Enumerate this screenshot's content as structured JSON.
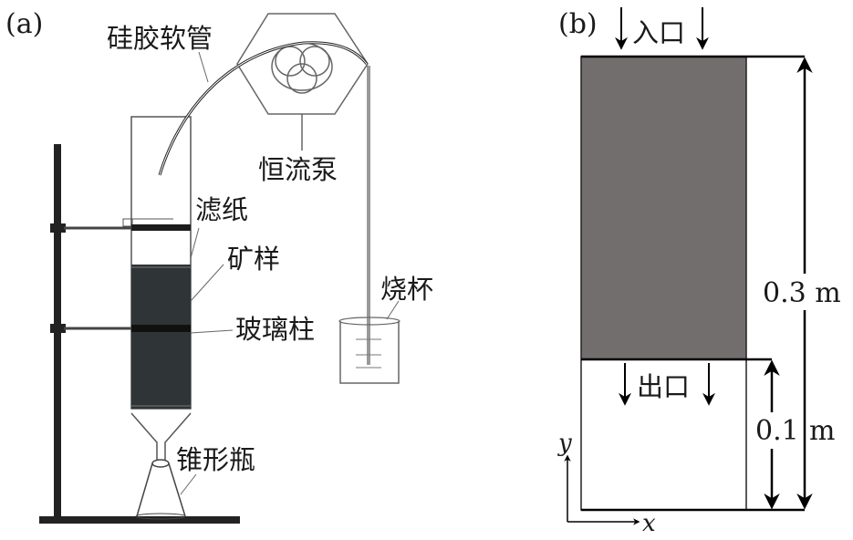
{
  "panel_a": {
    "tag": "(a)",
    "labels": {
      "silicone_tube": "硅胶软管",
      "pump": "恒流泵",
      "filter_paper": "滤纸",
      "ore_sample": "矿样",
      "glass_column": "玻璃柱",
      "beaker": "烧杯",
      "conical_flask": "锥形瓶"
    }
  },
  "panel_b": {
    "tag": "(b)",
    "inlet": "入口",
    "outlet": "出口",
    "total_height": "0.3 m",
    "bottom_height_value": "0.1",
    "bottom_height_unit": "m",
    "x_axis": "x",
    "y_axis": "y",
    "colors": {
      "sample_fill": "#726e6d",
      "column_fill": "#2f3536"
    }
  }
}
